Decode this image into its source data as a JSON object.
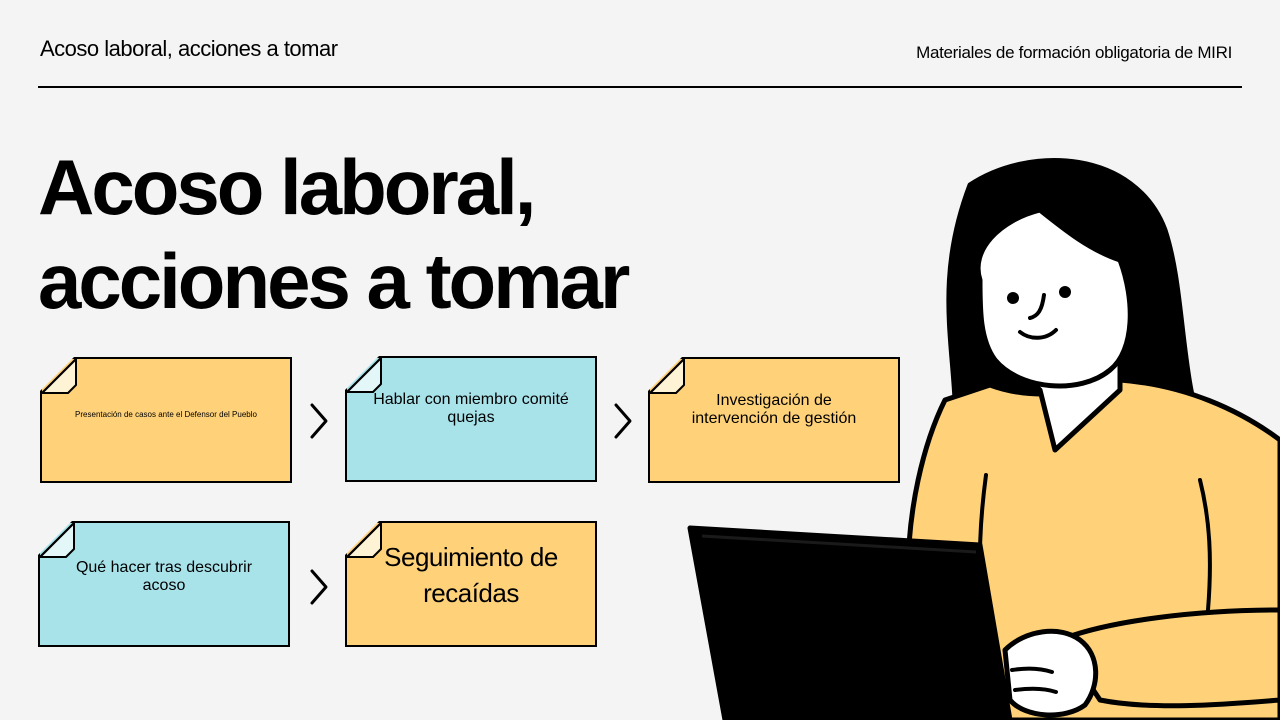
{
  "header": {
    "left_title": "Acoso laboral, acciones a tomar",
    "right_title": "Materiales de formación obligatoria de MIRI"
  },
  "main": {
    "title_line1": "Acoso laboral,",
    "title_line2": "acciones a tomar"
  },
  "steps": [
    {
      "label": "Presentación de casos ante el Defensor del Pueblo",
      "color": "#ffd27a"
    },
    {
      "label": "Hablar con miembro comité quejas",
      "color": "#a8e3ea"
    },
    {
      "label": "Investigación de intervención de gestión",
      "color": "#ffd27a"
    },
    {
      "label": "Qué hacer tras descubrir acoso",
      "color": "#a8e3ea"
    },
    {
      "label": "Seguimiento de recaídas",
      "color": "#ffd27a"
    }
  ],
  "colors": {
    "yellow": "#ffd27a",
    "blue": "#a8e3ea",
    "skin": "#ffffff",
    "shirt": "#ffd27a",
    "ink": "#000000"
  },
  "icons": [
    "chevron-right-icon",
    "woman-laptop-illustration"
  ]
}
